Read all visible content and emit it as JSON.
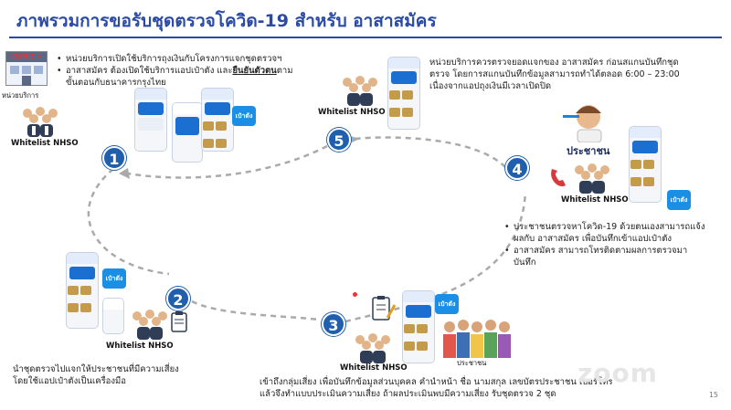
{
  "title": "ภาพรวมการขอรับชุดตรวจโควิด-19 สำหรับ อาสาสมัคร",
  "clinic_sign": "CLINIC",
  "app_badge": "เป๋าตัง",
  "labels": {
    "service_unit": "หน่วยบริการ",
    "whitelist": "Whitelist NHSO",
    "citizen": "ประชาชน",
    "people": "ประชาชน"
  },
  "steps": [
    "1",
    "2",
    "3",
    "4",
    "5"
  ],
  "texts": {
    "step1_line1": "หน่วยบริการเปิดใช้บริการถุงเงินกับโครงการแจกชุดตรวจฯ",
    "step1_line2_pre": "อาสาสมัคร ต้องเปิดใช้บริการแอปเป๋าตัง และ",
    "step1_line2_u": "ยืนยันตัวตน",
    "step1_line2_post": "ตาม",
    "step1_line3": "ขั้นตอนกับธนาคารกรุงไทย",
    "step5_line1": "หน่วยบริการควรตรวจยอดแจกของ อาสาสมัคร ก่อนสแกนบันทึกชุด",
    "step5_line2": "ตรวจ โดยการสแกนบันทึกข้อมูลสามารถทำได้ตลอด 6:00 – 23:00",
    "step5_line3": "เนื่องจากแอปถุงเงินมีเวลาเปิดปิด",
    "step4_b1_line1": "ประชาชนตรวจหาโควิด-19 ด้วยตนเองสามารถแจ้ง",
    "step4_b1_line2": "ผลกับ อาสาสมัคร เพื่อบันทึกเข้าแอปเป๋าตัง",
    "step4_b2_line1": "อาสาสมัคร สามารถโทรติดตามผลการตรวจมา",
    "step4_b2_line2": "บันทึก",
    "step2_line1": "นำชุดตรวจไปแจกให้ประชาชนที่มีความเสี่ยง",
    "step2_line2": "โดยใช้แอปเป๋าตังเป็นเครื่องมือ",
    "step3_line1": "เข้าถึงกลุ่มเสี่ยง เพื่อบันทึกข้อมูลส่วนบุคคล คำนำหน้า ชื่อ นามสกุล เลขบัตรประชาชน เบอร์โทร",
    "step3_line2": "แล้วจึงทำแบบประเมินความเสี่ยง ถ้าผลประเมินพบมีความเสี่ยง รับชุดตรวจ 2 ชุด"
  },
  "watermark": "zoom",
  "page_number": "15",
  "colors": {
    "title": "#2a4aa6",
    "step": "#1f5fae",
    "app": "#1b8fe6",
    "path": "#aaaaaa"
  }
}
